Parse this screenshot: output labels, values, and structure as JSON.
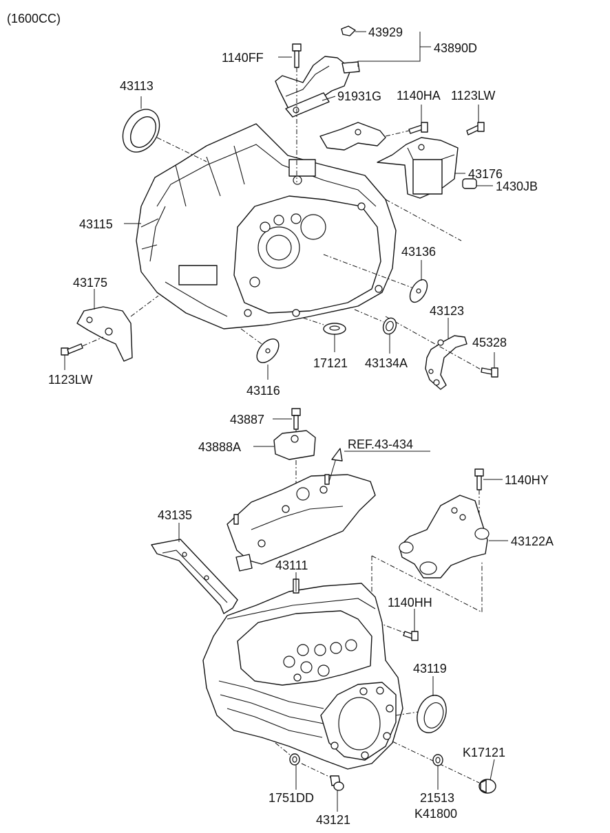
{
  "header": {
    "engine_variant": "(1600CC)"
  },
  "callouts": {
    "p43929": "43929",
    "p43890D": "43890D",
    "p1140FF": "1140FF",
    "p43113": "43113",
    "p91931G": "91931G",
    "p1140HA": "1140HA",
    "p1123LW_top": "1123LW",
    "p43176": "43176",
    "p43115": "43115",
    "p1430JB": "1430JB",
    "p43136": "43136",
    "p43175": "43175",
    "p43123": "43123",
    "p45328": "45328",
    "p1123LW_left": "1123LW",
    "p17121": "17121",
    "p43134A": "43134A",
    "p43116": "43116",
    "p43887": "43887",
    "p43888A": "43888A",
    "ref43434": "REF.43-434",
    "p1140HY": "1140HY",
    "p43135": "43135",
    "p43122A": "43122A",
    "p43111": "43111",
    "p1140HH": "1140HH",
    "p43119": "43119",
    "pK17121": "K17121",
    "p1751DD": "1751DD",
    "p43121": "43121",
    "p21513": "21513",
    "pK41800": "K41800"
  }
}
